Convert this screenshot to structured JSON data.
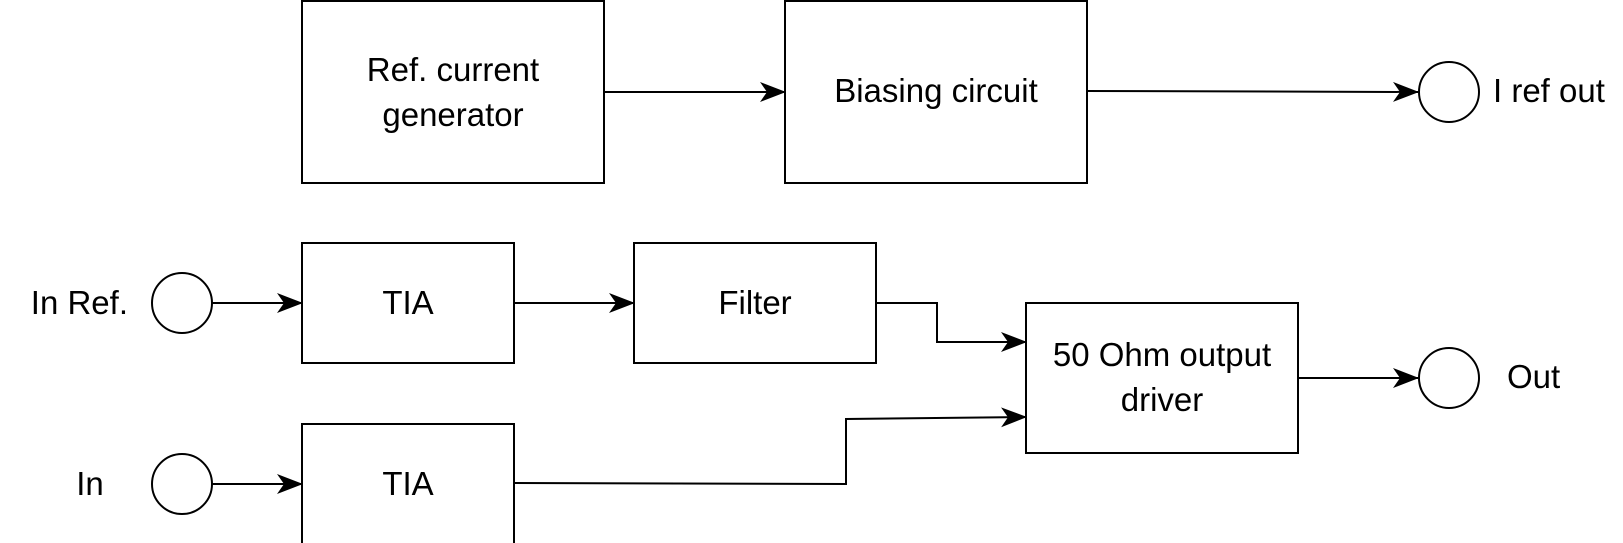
{
  "blocks": {
    "ref_current_generator": {
      "line1": "Ref. current",
      "line2": "generator"
    },
    "biasing_circuit": {
      "label": "Biasing circuit"
    },
    "tia_ref": {
      "label": "TIA"
    },
    "filter": {
      "label": "Filter"
    },
    "tia_in": {
      "label": "TIA"
    },
    "output_driver": {
      "line1": "50 Ohm output",
      "line2": "driver"
    }
  },
  "ports": {
    "i_ref_out": "I ref out",
    "in_ref": "In Ref.",
    "in": "In",
    "out": "Out"
  }
}
